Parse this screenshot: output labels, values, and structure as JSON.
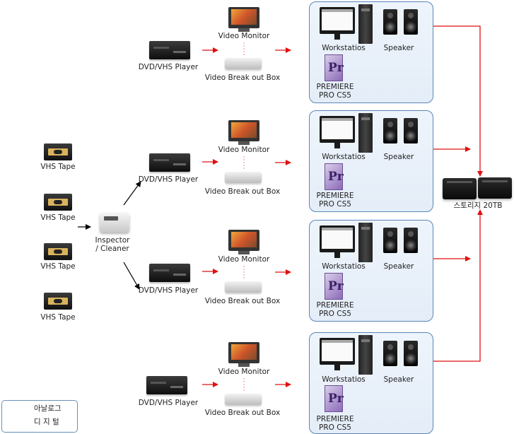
{
  "labels": {
    "vhs_tape": "VHS Tape",
    "inspector_line1": "Inspector",
    "inspector_line2": "/ Cleaner",
    "player": "DVD/VHS  Player",
    "monitor": "Video  Monitor",
    "breakout": "Video Break out Box",
    "workstation": "Workstatios",
    "speaker": "Speaker",
    "premiere_line1": "PREMIERE",
    "premiere_line2": "PRO CS5",
    "premiere_glyph": "Pr",
    "storage": "스토리지 20TB"
  },
  "legend": {
    "analog": "아날로그",
    "digital": "디 지 털"
  },
  "colors": {
    "analog_arrow": "#000000",
    "digital_arrow": "#e01010",
    "panel_border": "#5a86b8"
  },
  "icons": [
    "vhs-tape-icon",
    "inspector-cleaner-icon",
    "dvd-vhs-player-icon",
    "video-monitor-icon",
    "breakout-box-icon",
    "workstation-icon",
    "speaker-icon",
    "premiere-pro-icon",
    "storage-nas-icon"
  ]
}
